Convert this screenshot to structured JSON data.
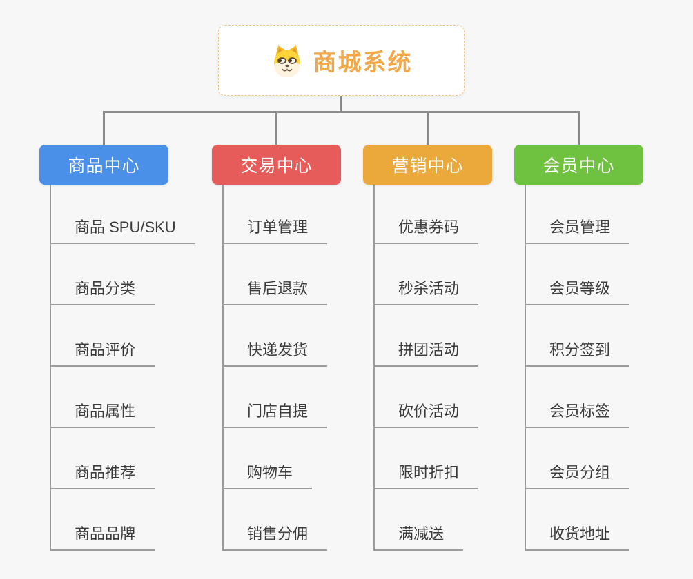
{
  "root": {
    "title": "商城系统",
    "icon": "dog-face-icon",
    "title_color": "#f0a848",
    "border_color": "#f0c285"
  },
  "connector_color": "#8a8a8a",
  "branches": [
    {
      "label": "商品中心",
      "color": "#4a90e8",
      "children": [
        "商品 SPU/SKU",
        "商品分类",
        "商品评价",
        "商品属性",
        "商品推荐",
        "商品品牌"
      ]
    },
    {
      "label": "交易中心",
      "color": "#e65c5a",
      "children": [
        "订单管理",
        "售后退款",
        "快递发货",
        "门店自提",
        "购物车",
        "销售分佣"
      ]
    },
    {
      "label": "营销中心",
      "color": "#eba93c",
      "children": [
        "优惠券码",
        "秒杀活动",
        "拼团活动",
        "砍价活动",
        "限时折扣",
        "满减送"
      ]
    },
    {
      "label": "会员中心",
      "color": "#6ec23f",
      "children": [
        "会员管理",
        "会员等级",
        "积分签到",
        "会员标签",
        "会员分组",
        "收货地址"
      ]
    }
  ]
}
